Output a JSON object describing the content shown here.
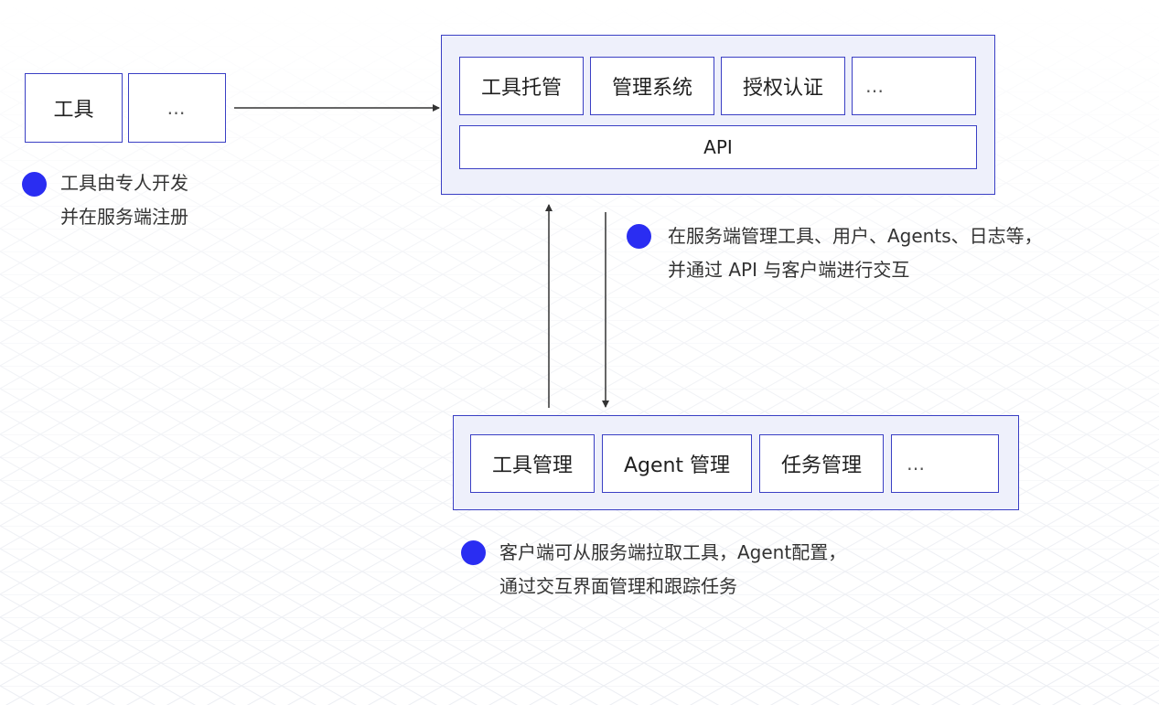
{
  "colors": {
    "accent": "#2a2df2",
    "border": "#3a3fc4",
    "panel_bg": "#eef0fb"
  },
  "tools": {
    "tool_label": "工具",
    "more_label": "…",
    "note_line1": "工具由专人开发",
    "note_line2": "并在服务端注册"
  },
  "server": {
    "modules": [
      "工具托管",
      "管理系统",
      "授权认证",
      "…"
    ],
    "api_label": "API",
    "note_line1": "在服务端管理工具、用户、Agents、日志等，",
    "note_line2": "并通过 API 与客户端进行交互"
  },
  "client": {
    "modules": [
      "工具管理",
      "Agent 管理",
      "任务管理",
      "…"
    ],
    "note_line1": "客户端可从服务端拉取工具，Agent配置，",
    "note_line2": "通过交互界面管理和跟踪任务"
  }
}
